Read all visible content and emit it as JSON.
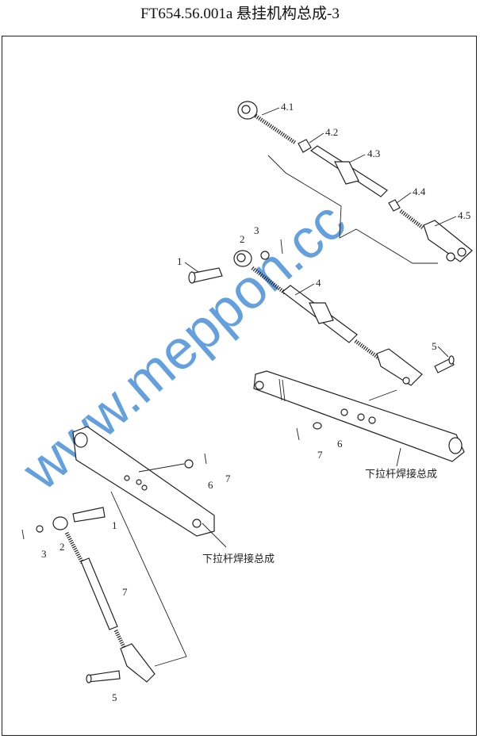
{
  "title": "FT654.56.001a  悬挂机构总成-3",
  "callouts": {
    "c41": "4.1",
    "c42": "4.2",
    "c43": "4.3",
    "c44": "4.4",
    "c45": "4.5",
    "c3a": "3",
    "c2a": "2",
    "c1a": "1",
    "c4": "4",
    "c5a": "5",
    "c6a": "6",
    "c7a": "7",
    "c6b": "6",
    "c7b": "7",
    "c1b": "1",
    "c2b": "2",
    "c3b": "3",
    "c7c": "7",
    "c5b": "5"
  },
  "assembly_labels": {
    "lower_link_right": "下拉杆焊接总成",
    "lower_link_left": "下拉杆焊接总成"
  },
  "watermark": "www.meppon.cc"
}
